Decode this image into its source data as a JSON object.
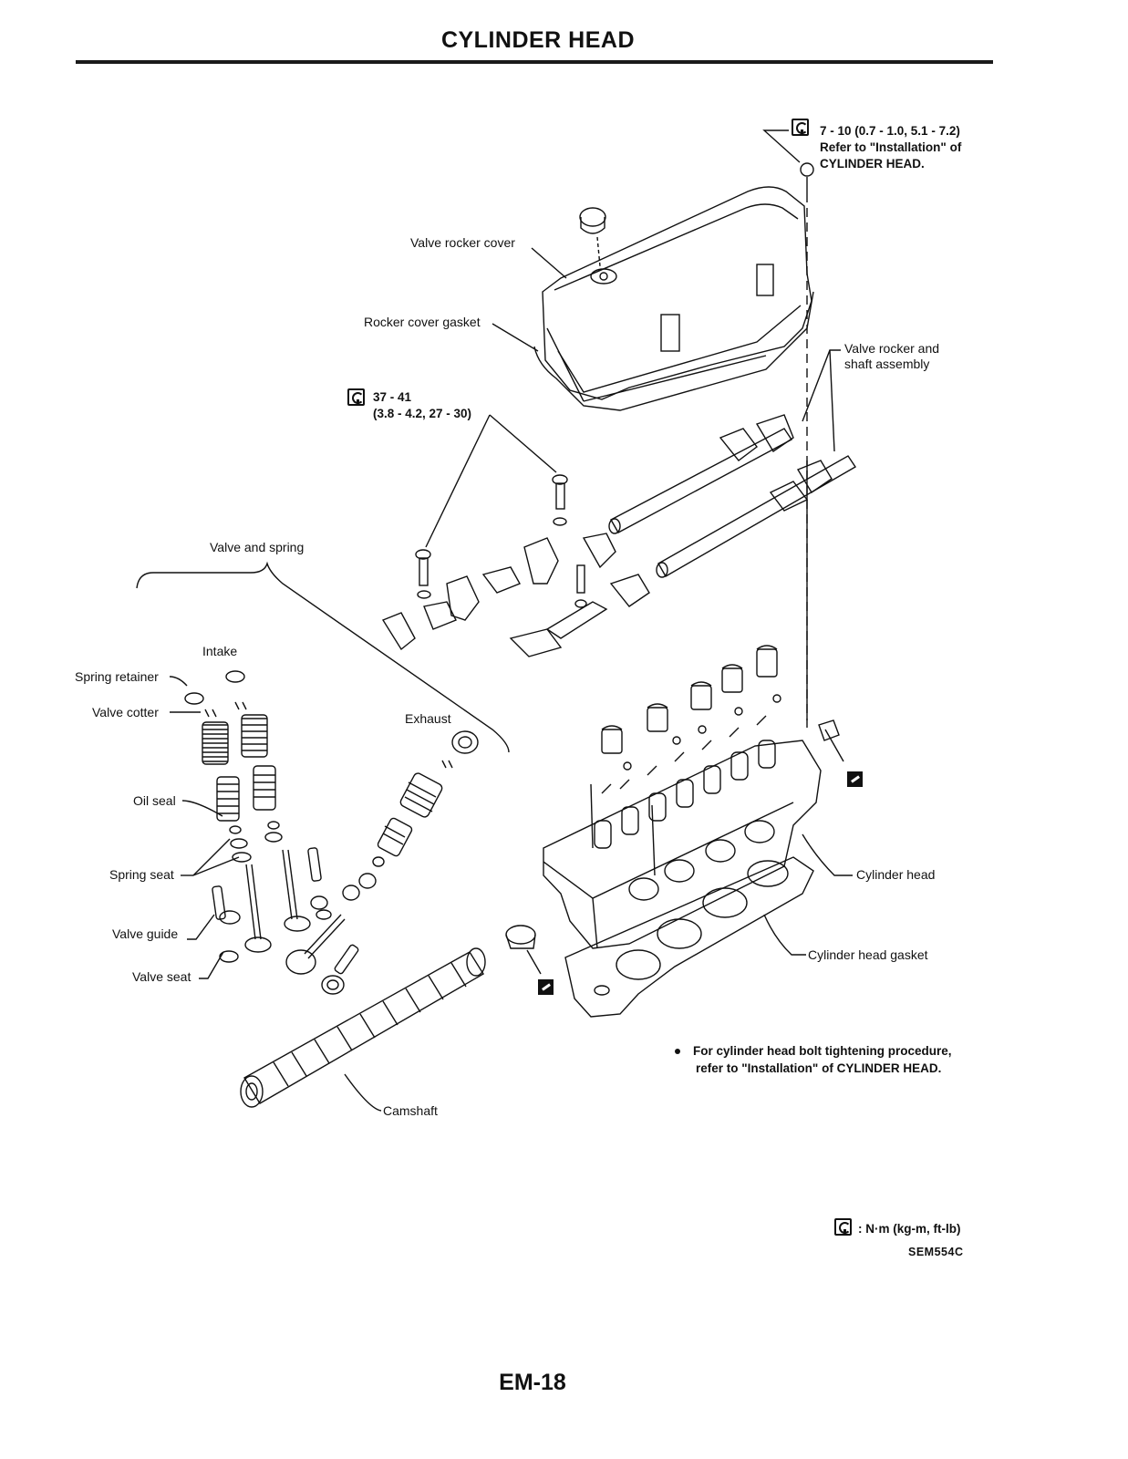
{
  "header": {
    "title": "CYLINDER HEAD"
  },
  "torque_top": {
    "value": "7 - 10 (0.7 - 1.0, 5.1 - 7.2)",
    "line2": "Refer to \"Installation\" of",
    "line3": "CYLINDER HEAD."
  },
  "torque_rocker": {
    "value": "37 - 41",
    "line2": "(3.8 - 4.2, 27 - 30)"
  },
  "labels": {
    "valve_rocker_cover": "Valve rocker cover",
    "rocker_cover_gasket": "Rocker cover gasket",
    "valve_rocker_shaft": "Valve rocker and",
    "valve_rocker_shaft2": "shaft assembly",
    "valve_and_spring": "Valve and spring",
    "intake": "Intake",
    "exhaust": "Exhaust",
    "spring_retainer": "Spring retainer",
    "valve_cotter": "Valve cotter",
    "oil_seal": "Oil seal",
    "spring_seat": "Spring seat",
    "valve_guide": "Valve guide",
    "valve_seat": "Valve seat",
    "camshaft": "Camshaft",
    "cylinder_head": "Cylinder head",
    "cylinder_head_gasket": "Cylinder head gasket"
  },
  "note": {
    "line1": "For cylinder head bolt tightening procedure,",
    "line2": "refer to \"Installation\" of CYLINDER HEAD."
  },
  "legend": {
    "unit": ": N·m (kg-m, ft-lb)",
    "code": "SEM554C"
  },
  "footer": {
    "page_number": "EM-18"
  }
}
